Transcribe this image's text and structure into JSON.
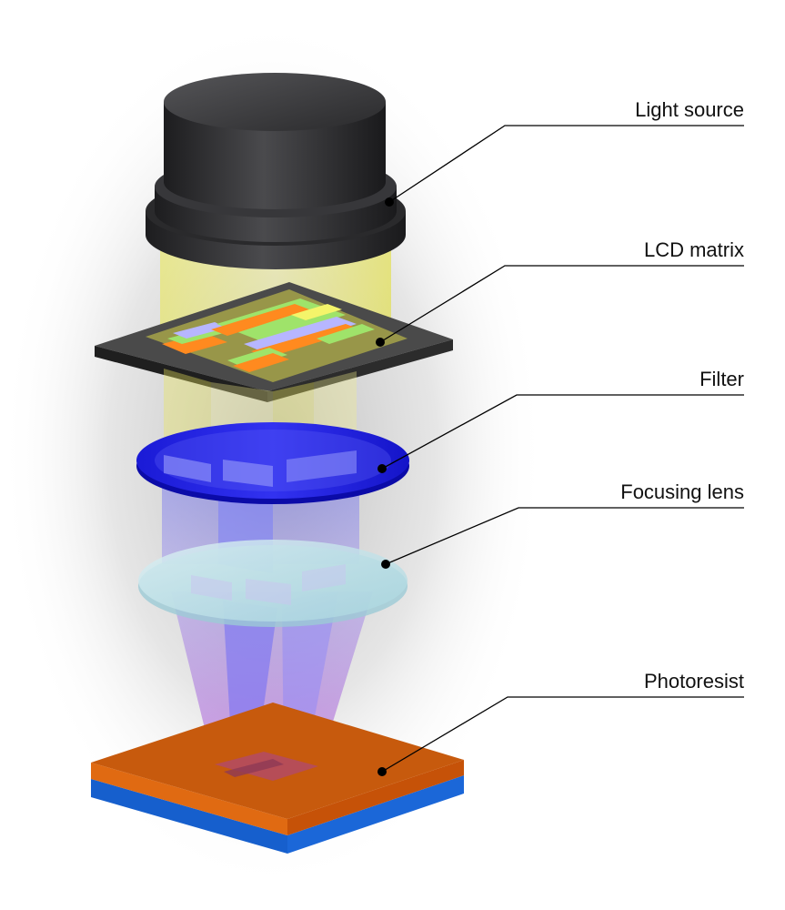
{
  "labels": {
    "light_source": "Light source",
    "lcd_matrix": "LCD matrix",
    "filter": "Filter",
    "focusing_lens": "Focusing lens",
    "photoresist": "Photoresist"
  },
  "colors": {
    "light_source_body": "#2e2e30",
    "light_beam": "#ece94a",
    "lcd_panel": "#3a3a3a",
    "filter_disc": "#2323e6",
    "uv_beam": "#6f72ff",
    "lens": "#bfe3ea",
    "photoresist_top": "#e2630e",
    "substrate": "#1f6fe0",
    "pixel_colors": [
      "#ff8a1f",
      "#9fe36a",
      "#b7b6ff",
      "#f4f46a"
    ]
  }
}
